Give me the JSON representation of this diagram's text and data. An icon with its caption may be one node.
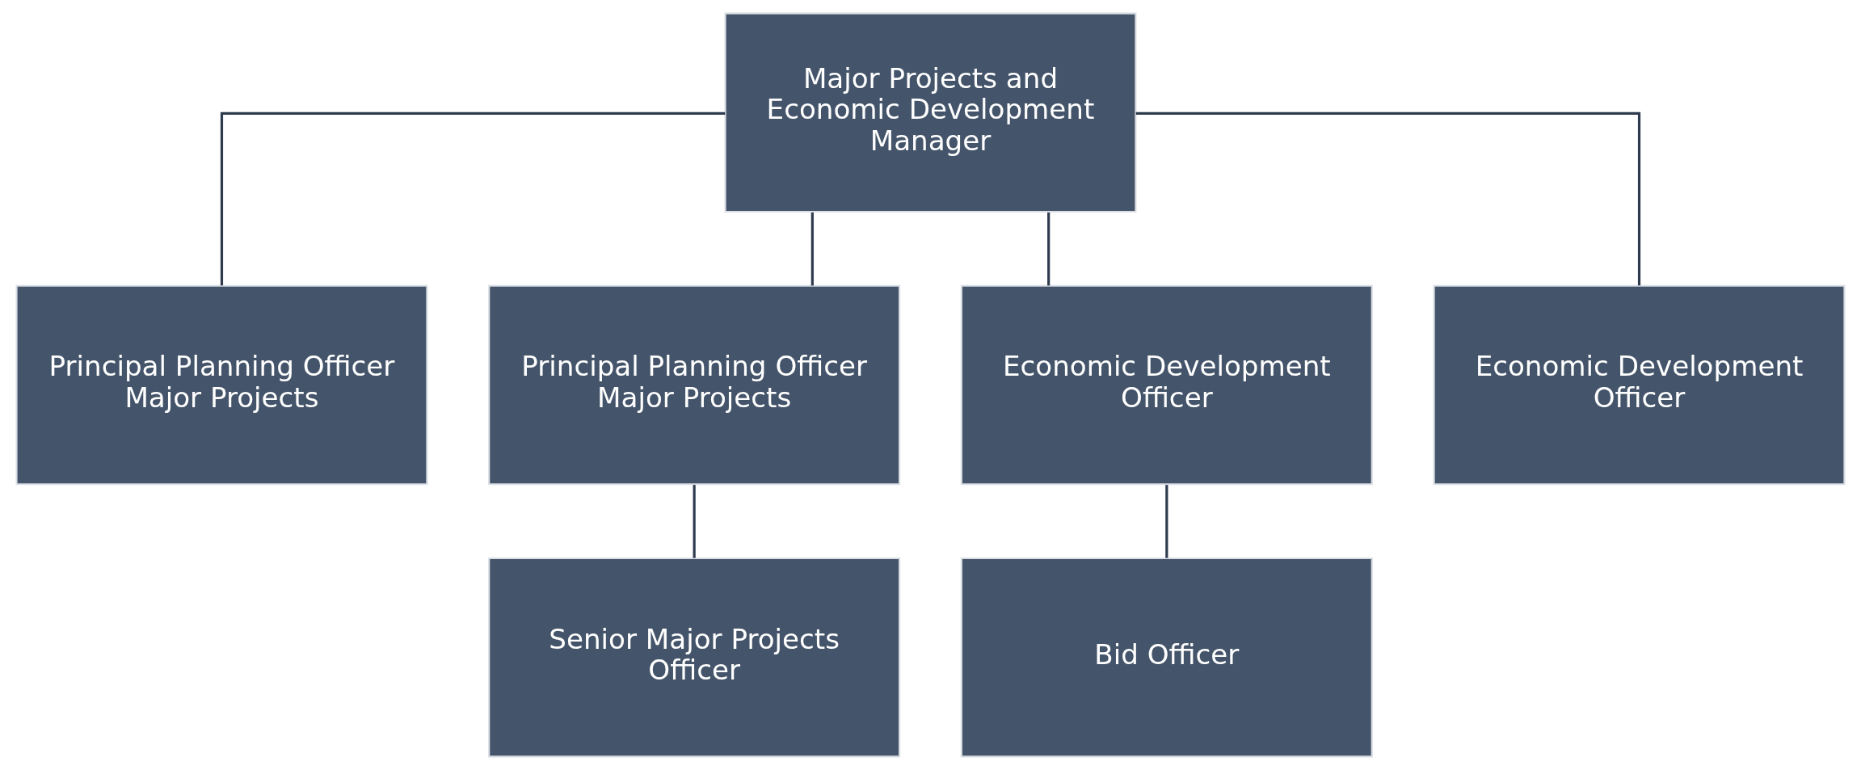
{
  "diagram": {
    "nodes": [
      {
        "text": [
          "Major Projects and Economic Development Manager"
        ]
      },
      {
        "text": [
          "Principal Planning Officer Major Projects"
        ]
      },
      {
        "text": [
          "Principal Planning Officer Major Projects"
        ]
      },
      {
        "text": [
          "Economic Development Officer"
        ]
      },
      {
        "text": [
          "Economic Development Officer"
        ]
      },
      {
        "text": [
          "Senior Major Projects Officer"
        ]
      },
      {
        "text": [
          "Bid Officer"
        ]
      }
    ],
    "edges": [
      {
        "from": 0,
        "to": 1,
        "arrow": "none"
      },
      {
        "from": 0,
        "to": 2,
        "arrow": "none"
      },
      {
        "from": 0,
        "to": 3,
        "arrow": "none"
      },
      {
        "from": 0,
        "to": 4,
        "arrow": "none"
      },
      {
        "from": 2,
        "to": 5,
        "arrow": "none"
      },
      {
        "from": 3,
        "to": 6,
        "arrow": "none"
      }
    ]
  }
}
